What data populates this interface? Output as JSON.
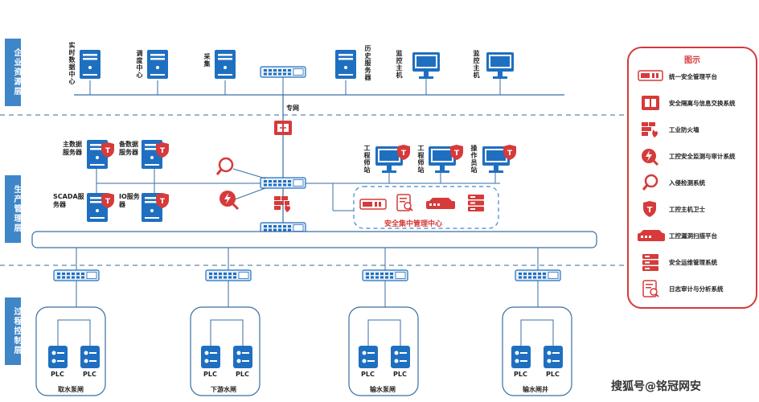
{
  "zones": {
    "enterprise": "企业资源层",
    "production": "生产管理层",
    "process": "过程控制层"
  },
  "enterprise_nodes": {
    "realtime": "实时数据中心",
    "dispatch": "调度中心",
    "collect": "采集",
    "history": "历史服务器",
    "monitor1": "监控主机",
    "monitor2": "监控主机"
  },
  "dedicated_net": "专网",
  "production_nodes": {
    "main_db": "主数据服务器",
    "backup_db": "备数据服务器",
    "scada": "SCADA服务器",
    "io": "IO服务器",
    "eng1": "工程师站",
    "eng2": "工程师站",
    "operator": "操作员站"
  },
  "security_center": "安全集中管理中心",
  "plc_label": "PLC",
  "stations": [
    "取水泵闸",
    "下游水闸",
    "输水泵闸",
    "输水闸井"
  ],
  "legend": {
    "title": "图示",
    "items": [
      {
        "label": "统一安全管理平台",
        "icon": "unified-platform-icon"
      },
      {
        "label": "安全隔离与信息交换系统",
        "icon": "isolation-gateway-icon"
      },
      {
        "label": "工业防火墙",
        "icon": "firewall-icon"
      },
      {
        "label": "工控安全监测与审计系统",
        "icon": "monitor-audit-icon"
      },
      {
        "label": "入侵检测系统",
        "icon": "ids-icon"
      },
      {
        "label": "工控主机卫士",
        "icon": "host-guard-icon"
      },
      {
        "label": "工控漏洞扫描平台",
        "icon": "vuln-scan-icon"
      },
      {
        "label": "安全运维管理系统",
        "icon": "ops-mgmt-icon"
      },
      {
        "label": "日志审计与分析系统",
        "icon": "log-audit-icon"
      }
    ]
  },
  "watermark": "搜狐号@铭冠网安",
  "colors": {
    "blue": "#1f6fc0",
    "red": "#d63a3a",
    "line": "#3a6ea5",
    "dash": "#5a86b8"
  }
}
